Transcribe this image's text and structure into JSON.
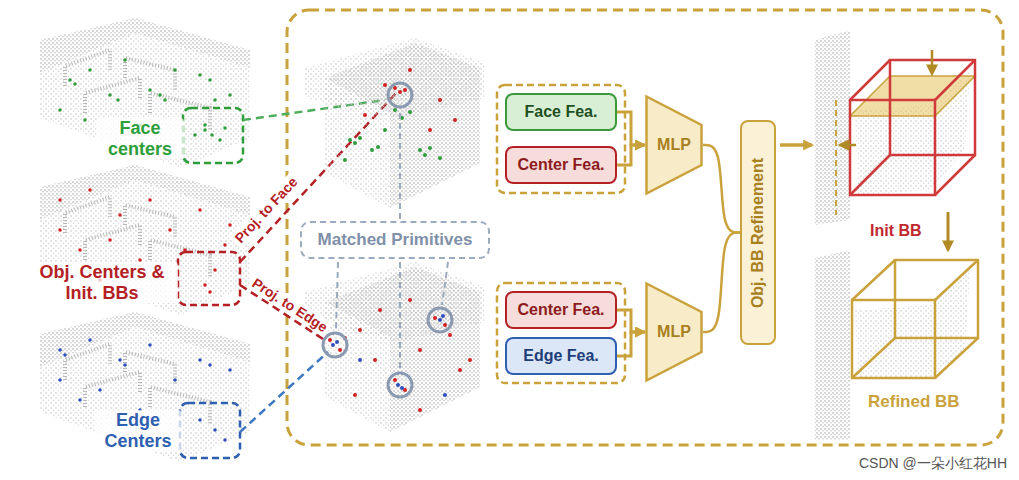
{
  "diagram": {
    "nodes": [
      {
        "text": [
          "Matched Primitives"
        ]
      },
      {
        "text": [
          "Face Fea."
        ]
      },
      {
        "text": [
          "Center Fea."
        ]
      },
      {
        "text": [
          "MLP"
        ]
      },
      {
        "text": [
          "Center Fea."
        ]
      },
      {
        "text": [
          "Edge Fea."
        ]
      },
      {
        "text": [
          "MLP"
        ]
      },
      {
        "text": [
          "Obj. BB Refinement"
        ]
      }
    ],
    "edges": [
      {
        "from": 1,
        "to": 3,
        "arrow": "to"
      },
      {
        "from": 2,
        "to": 3,
        "arrow": "to"
      },
      {
        "from": 4,
        "to": 6,
        "arrow": "to"
      },
      {
        "from": 5,
        "to": 6,
        "arrow": "to"
      },
      {
        "from": 3,
        "to": 7,
        "arrow": "none"
      },
      {
        "from": 6,
        "to": 7,
        "arrow": "none"
      }
    ],
    "labels": [
      "Face centers",
      "Obj. Centers & Init. BBs",
      "Edge Centers",
      "Proj. to Face",
      "Proj. to Edge",
      "Init BB",
      "Refined BB",
      "CSDN @一朵小红花HH"
    ]
  }
}
